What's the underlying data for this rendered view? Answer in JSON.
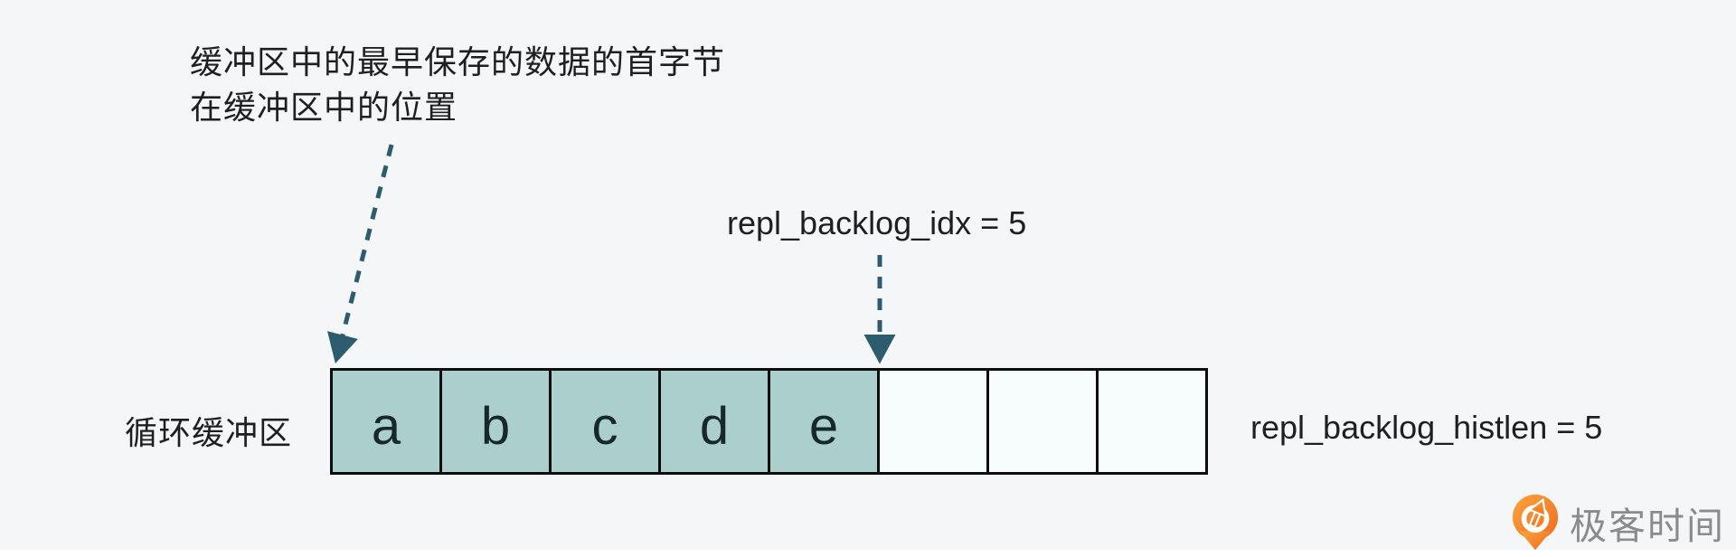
{
  "canvas": {
    "bg": "#f4f6f7"
  },
  "annotation": {
    "line1": "缓冲区中的最早保存的数据的首字节",
    "line2": "在缓冲区中的位置"
  },
  "pointers": {
    "idx_label": "repl_backlog_idx = 5",
    "histlen_label": "repl_backlog_histlen = 5"
  },
  "buffer": {
    "label": "循环缓冲区",
    "cells": [
      {
        "value": "a",
        "filled": true
      },
      {
        "value": "b",
        "filled": true
      },
      {
        "value": "c",
        "filled": true
      },
      {
        "value": "d",
        "filled": true
      },
      {
        "value": "e",
        "filled": true
      },
      {
        "value": "",
        "filled": false
      },
      {
        "value": "",
        "filled": false
      },
      {
        "value": "",
        "filled": false
      }
    ],
    "filled_color": "#abcfcc",
    "empty_color": "#f7fcfc"
  },
  "logo": {
    "text": "极客时间",
    "icon": "geektime-pin-icon",
    "orange_light": "#fba33d",
    "orange_dark": "#ee6c20",
    "text_color": "#8b8b8b"
  },
  "colors": {
    "arrow": "#2d5c6e",
    "text": "#1f1f1f",
    "border": "#0d0d0d"
  }
}
